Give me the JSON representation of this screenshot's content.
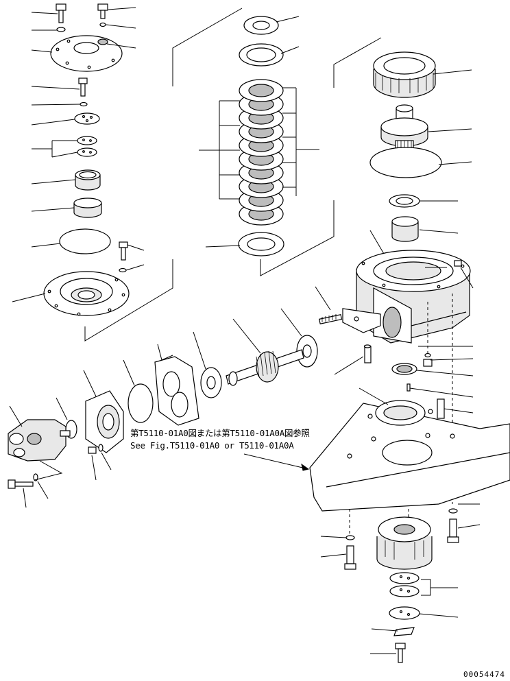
{
  "reference_note": {
    "line_jp": "第T5110-01A0図または第T5110-01A0A図参照",
    "line_en": "See Fig.T5110-01A0 or T5110-01A0A"
  },
  "drawing_number": "00054474"
}
